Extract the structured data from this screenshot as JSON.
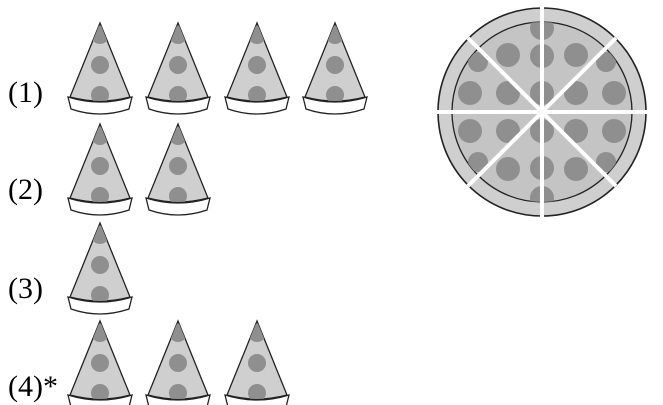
{
  "colors": {
    "crust": "#ffffff",
    "cheese": "#cfcfcf",
    "pepperoni": "#8f8f8f",
    "stroke": "#222222",
    "cut_lines": "#ffffff"
  },
  "options": [
    {
      "label": "(1)",
      "slice_count": 4
    },
    {
      "label": "(2)",
      "slice_count": 2
    },
    {
      "label": "(3)",
      "slice_count": 1
    },
    {
      "label": "(4)*",
      "slice_count": 3
    }
  ],
  "whole_pizza": {
    "slice_count": 8,
    "icon": "pepperoni-pizza-icon"
  },
  "slice_icon": "pizza-slice-icon"
}
